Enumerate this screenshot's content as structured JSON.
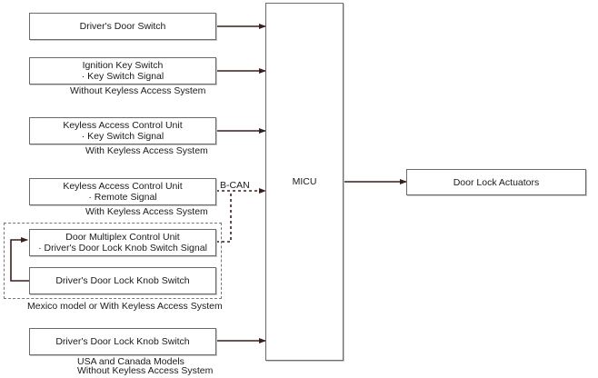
{
  "inputs": {
    "drivers_door_switch": "Driver's Door Switch",
    "ignition_key_switch": {
      "title": "Ignition Key Switch",
      "signal": "· Key Switch Signal",
      "condition": "Without Keyless Access System"
    },
    "keyless_key": {
      "title": "Keyless Access Control Unit",
      "signal": "· Key Switch Signal",
      "condition": "With Keyless Access System"
    },
    "keyless_remote": {
      "title": "Keyless Access Control Unit",
      "signal": "· Remote Signal",
      "condition": "With Keyless Access System"
    },
    "door_multiplex": {
      "title": "Door Multiplex Control Unit",
      "signal": "· Driver's Door Lock Knob Switch Signal"
    },
    "knob_switch_group": "Driver's Door Lock Knob Switch",
    "group_condition": "Mexico model or With Keyless Access System",
    "knob_switch_usa": "Driver's Door Lock Knob Switch",
    "usa_condition_line1": "USA and Canada Models",
    "usa_condition_line2": "Without Keyless Access System"
  },
  "bus_label": "B-CAN",
  "micu": "MICU",
  "output": "Door Lock Actuators",
  "colors": {
    "line": "#3a1f1f",
    "border": "#6b6b6b"
  }
}
